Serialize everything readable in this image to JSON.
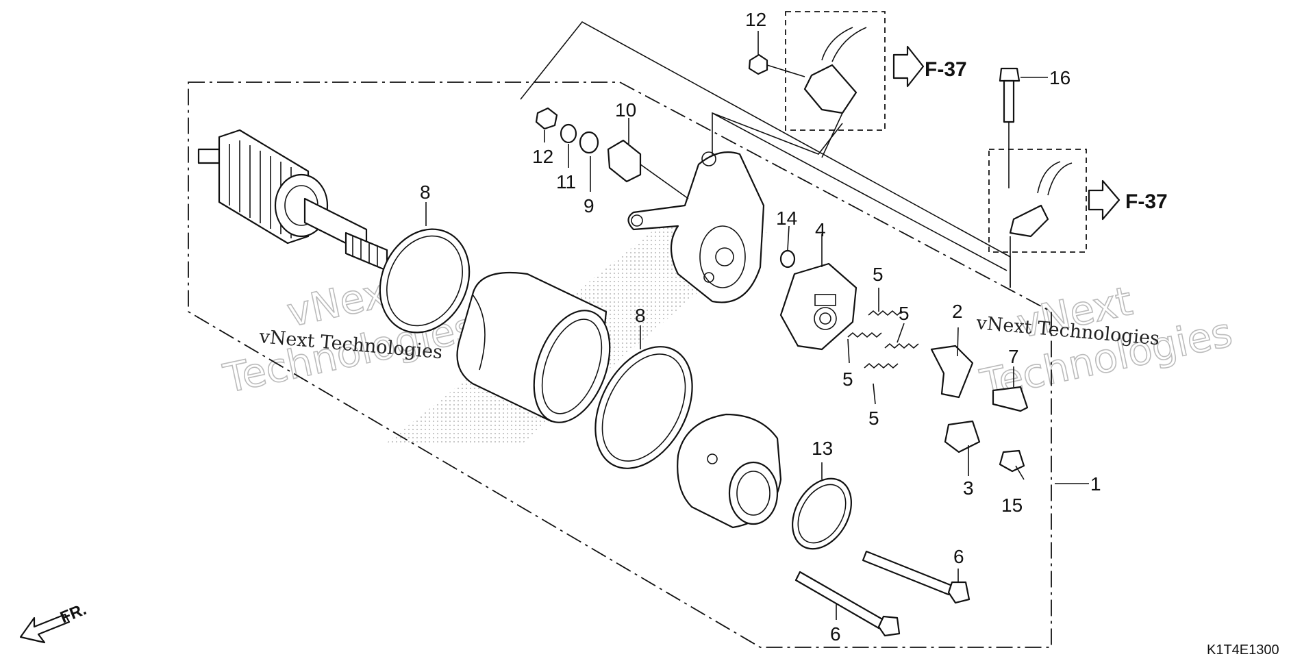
{
  "callouts": {
    "c1": "1",
    "c2": "2",
    "c3": "3",
    "c4": "4",
    "c5a": "5",
    "c5b": "5",
    "c5c": "5",
    "c5d": "5",
    "c6a": "6",
    "c6b": "6",
    "c7": "7",
    "c8a": "8",
    "c8b": "8",
    "c9": "9",
    "c10": "10",
    "c11": "11",
    "c12a": "12",
    "c12b": "12",
    "c13": "13",
    "c14": "14",
    "c15": "15",
    "c16": "16"
  },
  "references": {
    "ref_top": "F-37",
    "ref_right": "F-37"
  },
  "direction_label": "FR.",
  "diagram_code": "K1T4E1300",
  "watermarks": {
    "text_left": "vNext Technologies",
    "text_right": "vNext Technologies",
    "ghost_line1": "vNext",
    "ghost_line2": "Technologies"
  }
}
